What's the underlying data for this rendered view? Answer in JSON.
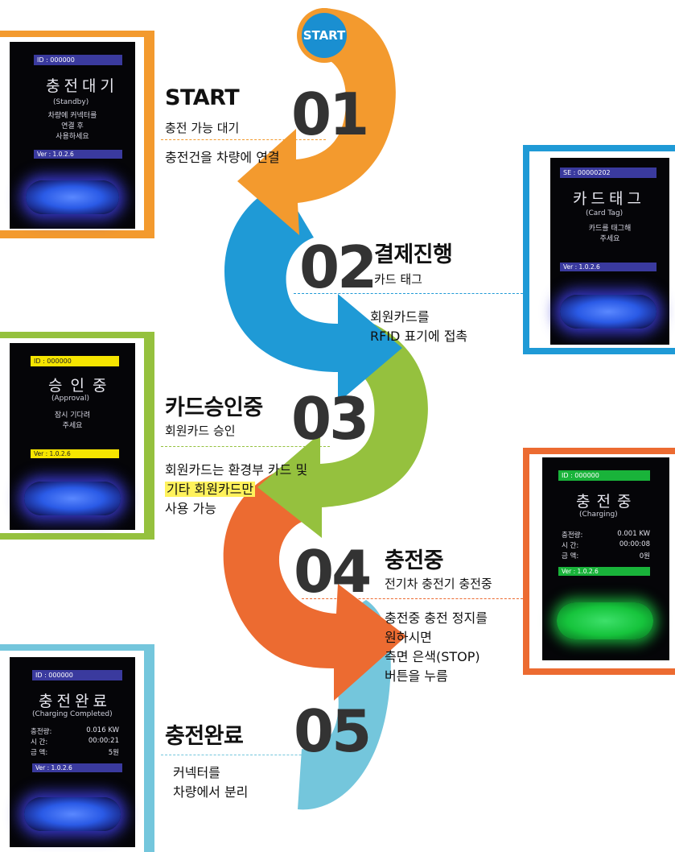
{
  "colors": {
    "orange": "#f39a2e",
    "blue": "#1f9ad6",
    "green": "#95c13e",
    "red_orange": "#ec6b31",
    "light_blue": "#74c6dc",
    "start_circle": "#1a8fd1",
    "device_screen": "#050508"
  },
  "start_badge": {
    "label": "START"
  },
  "steps": [
    {
      "number": "01",
      "title": "START",
      "subtitle": "충전 가능 대기",
      "description": [
        "충전건을 차량에 연결"
      ],
      "color": "#f39a2e",
      "device": {
        "id_text": "ID : 000000",
        "title": "충전대기",
        "title_en": "(Standby)",
        "message": [
          "차량에 커넥터를",
          "연결 후",
          "사용하세요"
        ],
        "version": "Ver : 1.0.2.6",
        "header_color": "#3a3a9e",
        "button_color": "#2a5ae6"
      }
    },
    {
      "number": "02",
      "title": "결제진행",
      "subtitle": "카드 태그",
      "description": [
        "회원카드를",
        "RFID 표기에 접촉"
      ],
      "color": "#1f9ad6",
      "device": {
        "id_text": "SE : 00000202",
        "title": "카드태그",
        "title_en": "(Card Tag)",
        "message": [
          "카드를 태그해",
          "주세요"
        ],
        "version": "Ver : 1.0.2.6",
        "header_color": "#3a3a9e",
        "button_color": "#2a5ae6"
      }
    },
    {
      "number": "03",
      "title": "카드승인중",
      "subtitle": "회원카드 승인",
      "description": [
        "회원카드는 환경부 카드 및",
        "기타 회원카드만",
        "사용 가능"
      ],
      "highlight": "기타 회원카드만",
      "color": "#95c13e",
      "device": {
        "id_text": "ID : 000000",
        "title": "승인중",
        "title_en": "(Approval)",
        "message": [
          "잠시 기다려",
          "주세요"
        ],
        "version": "Ver : 1.0.2.6",
        "header_color": "#f6e500",
        "button_color": "#2a5ae6"
      }
    },
    {
      "number": "04",
      "title": "충전중",
      "subtitle": "전기차 충전기 충전중",
      "description": [
        "충전중 충전 정지를",
        "원하시면",
        "측면 은색(STOP)",
        "버튼을 누름"
      ],
      "color": "#ec6b31",
      "device": {
        "id_text": "ID : 000000",
        "title": "충전중",
        "title_en": "(Charging)",
        "rows": [
          {
            "label": "충전량:",
            "value": "0.001 KW"
          },
          {
            "label": "시    간:",
            "value": "00:00:08"
          },
          {
            "label": "금    액:",
            "value": "0원"
          }
        ],
        "version": "Ver : 1.0.2.6",
        "header_color": "#19b33a",
        "button_color": "#16c43c"
      }
    },
    {
      "number": "05",
      "title": "충전완료",
      "subtitle": "",
      "description": [
        "커넥터를",
        "차량에서 분리"
      ],
      "color": "#74c6dc",
      "device": {
        "id_text": "ID : 000000",
        "title": "충전완료",
        "title_en": "(Charging Completed)",
        "rows": [
          {
            "label": "충전량:",
            "value": "0.016 KW"
          },
          {
            "label": "시    간:",
            "value": "00:00:21"
          },
          {
            "label": "금    액:",
            "value": "5원"
          }
        ],
        "version": "Ver : 1.0.2.6",
        "header_color": "#3a3a9e",
        "button_color": "#2a5ae6"
      }
    }
  ]
}
